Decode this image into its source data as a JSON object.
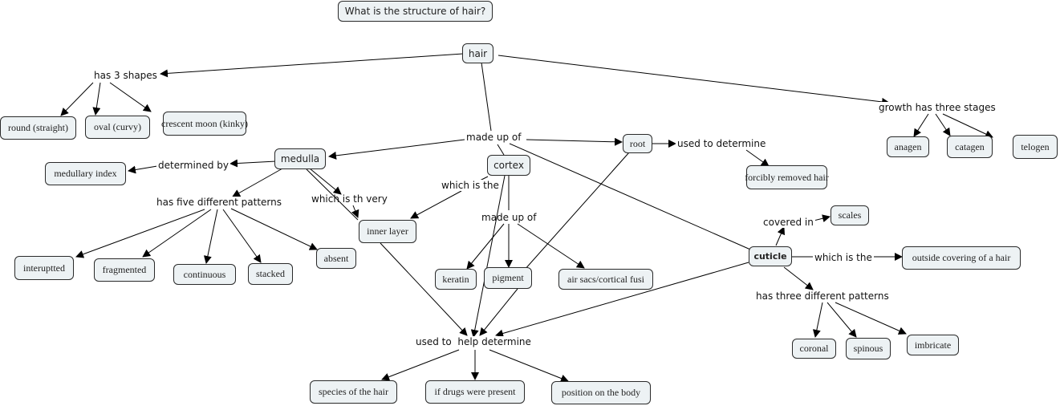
{
  "title": "What is the structure of hair?",
  "concepts": {
    "hair": "hair",
    "round": "round (straight)",
    "oval": "oval (curvy)",
    "crescent": "crescent moon (kinky)",
    "medulla": "medulla",
    "medullary_index": "medullary index",
    "cortex": "cortex",
    "root": "root",
    "forcibly_removed": "forcibly removed hair",
    "anagen": "anagen",
    "catagen": "catagen",
    "telogen": "telogen",
    "inner_layer": "inner layer",
    "interupted": "interuptted",
    "fragmented": "fragmented",
    "continuous": "continuous",
    "stacked": "stacked",
    "absent": "absent",
    "keratin": "keratin",
    "pigment": "pigment",
    "air_sacs": "air sacs/cortical fusi",
    "cuticle": "cuticle",
    "scales": "scales",
    "outside_covering": "outside covering of a hair",
    "coronal": "coronal",
    "spinous": "spinous",
    "imbricate": "imbricate",
    "species": "species of the hair",
    "drugs": "if drugs were present",
    "position": "position on the body"
  },
  "linking_phrases": {
    "has_3_shapes": "has 3 shapes",
    "growth_stages": "growth has three stages",
    "made_up_of": "made up of",
    "used_to_determine": "used to determine",
    "determined_by": "determined by",
    "which_is_the_cortex": "which is the",
    "has_five_patterns": "has five different patterns",
    "which_is_th_very": "which is th very",
    "made_up_of_cortex": "made up of",
    "covered_in": "covered in",
    "which_is_the_cuticle": "which is the",
    "has_three_patterns": "has three different patterns",
    "used_to_help": "used to  help determine"
  }
}
